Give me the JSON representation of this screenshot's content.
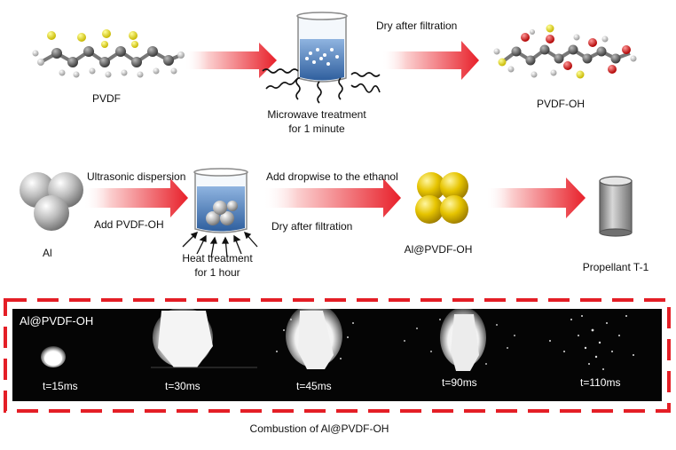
{
  "row1": {
    "pvdf_label": "PVDF",
    "microwave_label_line1": "Microwave treatment",
    "microwave_label_line2": "for 1 minute",
    "dry_label": "Dry after filtration",
    "product_label": "PVDF-OH"
  },
  "row2": {
    "al_label": "Al",
    "ultrasonic_label": "Ultrasonic dispersion",
    "add_pvdf_label": "Add PVDF-OH",
    "heat_label_line1": "Heat treatment",
    "heat_label_line2": "for 1 hour",
    "dropwise_label": "Add dropwise to the ethanol",
    "dry_label": "Dry after filtration",
    "product_label": "Al@PVDF-OH",
    "propellant_label": "Propellant  T-1"
  },
  "combustion": {
    "strip_title": "Al@PVDF-OH",
    "frames": [
      {
        "time": "t=15ms"
      },
      {
        "time": "t=30ms"
      },
      {
        "time": "t=45ms"
      },
      {
        "time": "t=90ms"
      },
      {
        "time": "t=110ms"
      }
    ],
    "caption": "Combustion of Al@PVDF-OH"
  },
  "colors": {
    "arrow": "#e8202a",
    "dashed_border": "#e41e26",
    "al_sphere": "#b8b8b8",
    "coated_sphere": "#e8c400",
    "liquid": "#3b6fb0",
    "fluorine_atom": "#e8e04a",
    "oxygen_atom": "#e81e1e",
    "carbon_atom": "#5a5a5a"
  }
}
